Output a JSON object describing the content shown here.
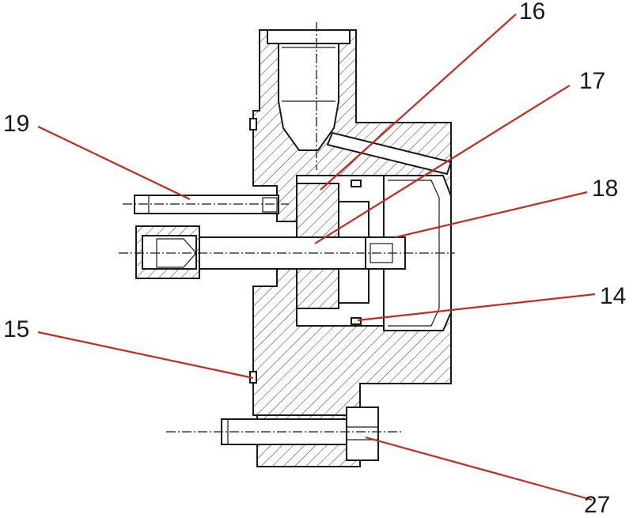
{
  "callouts": [
    {
      "id": "16",
      "label": "16"
    },
    {
      "id": "17",
      "label": "17"
    },
    {
      "id": "18",
      "label": "18"
    },
    {
      "id": "14",
      "label": "14"
    },
    {
      "id": "19",
      "label": "19"
    },
    {
      "id": "15",
      "label": "15"
    },
    {
      "id": "27",
      "label": "27"
    }
  ],
  "colors": {
    "line": "#1a1a1a",
    "leader": "#c8281e",
    "background": "#ffffff"
  }
}
